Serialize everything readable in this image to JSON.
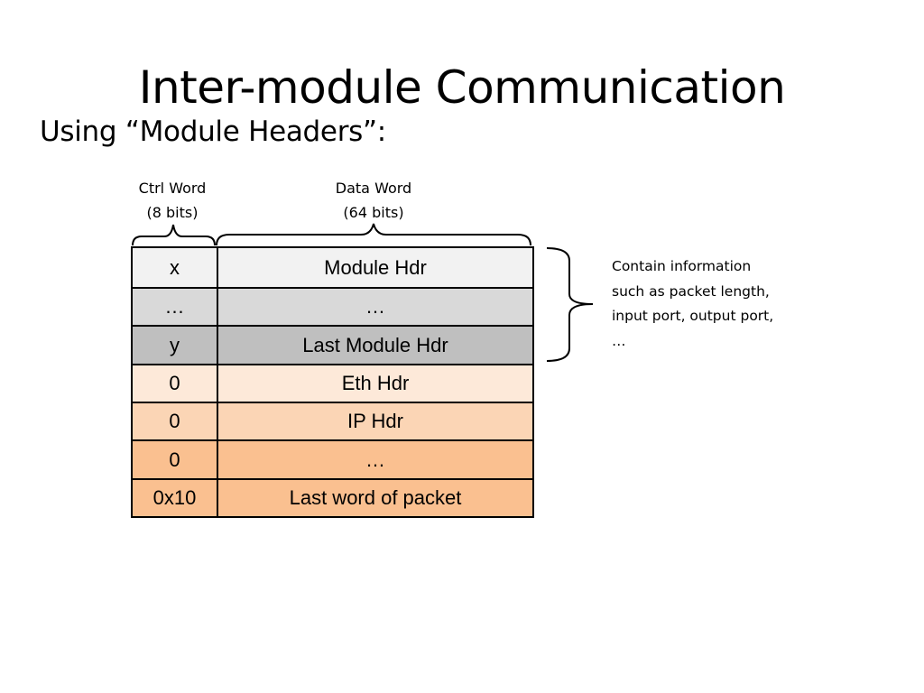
{
  "slide": {
    "title": "Inter-module Communication",
    "subtitle": "Using “Module Headers”:"
  },
  "labels": {
    "ctrl_word": "Ctrl Word",
    "ctrl_bits": "(8 bits)",
    "data_word": "Data Word",
    "data_bits": "(64 bits)"
  },
  "rows": [
    {
      "ctrl": "x",
      "data": "Module Hdr",
      "color": "#f2f2f2"
    },
    {
      "ctrl": "…",
      "data": "…",
      "color": "#d9d9d9"
    },
    {
      "ctrl": "y",
      "data": "Last Module Hdr",
      "color": "#bfbfbf"
    },
    {
      "ctrl": "0",
      "data": "Eth Hdr",
      "color": "#fde9d9"
    },
    {
      "ctrl": "0",
      "data": "IP Hdr",
      "color": "#fbd5b5"
    },
    {
      "ctrl": "0",
      "data": "…",
      "color": "#fac090"
    },
    {
      "ctrl": "0x10",
      "data": "Last word of packet",
      "color": "#fac090"
    }
  ],
  "note": {
    "line1": "Contain information",
    "line2": "such as packet length,",
    "line3": "input port, output port,",
    "line4": "…"
  }
}
